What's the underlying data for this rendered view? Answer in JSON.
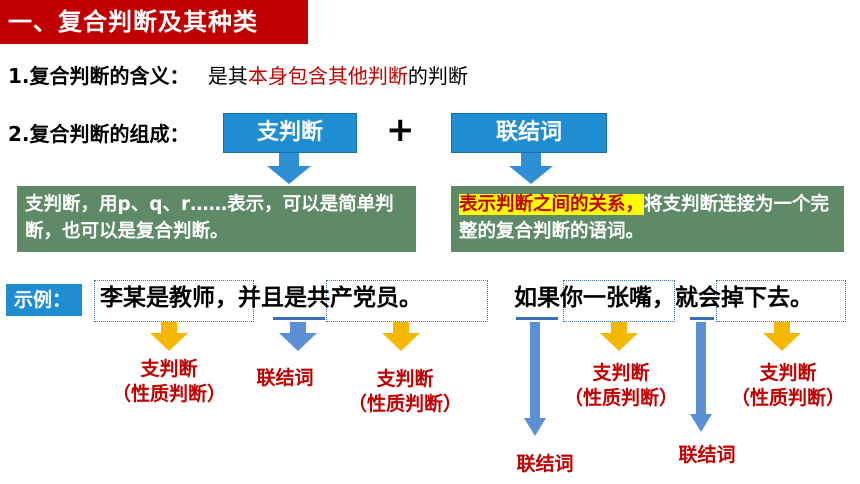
{
  "section_title": "一、复合判断及其种类",
  "point1": {
    "label": "1.复合判断的含义：",
    "text_before": "是其",
    "text_highlight": "本身包含其他判断",
    "text_after": "的判断"
  },
  "point2": {
    "label": "2.复合判断的组成：",
    "box_left": "支判断",
    "plus": "+",
    "box_right": "联结词",
    "desc_left": "支判断，用p、q、r……表示，可以是简单判断，也可以是复合判断。",
    "desc_right_highlight": "表示判断之间的关系，",
    "desc_right_rest": "将支判断连接为一个完整的复合判断的语词。"
  },
  "example": {
    "label": "示例：",
    "s1_part1": "李某是教师",
    "s1_comma": "，",
    "s1_conn": "并且",
    "s1_part2": "是共产党员。",
    "s2_conn1": "如果",
    "s2_part1": "你一张嘴",
    "s2_comma": "，",
    "s2_conn2": "就",
    "s2_part2": "会掉下去。"
  },
  "labels": {
    "sub": "支判断",
    "sub_nature": "（性质判断）",
    "connector": "联结词"
  },
  "colors": {
    "title_bg": "#c00000",
    "blue": "#1f8dd1",
    "green": "#5e8a68",
    "gold_arrow": "#f5b800",
    "blue_arrow": "#5b8fd6",
    "red_text": "#c00000"
  }
}
